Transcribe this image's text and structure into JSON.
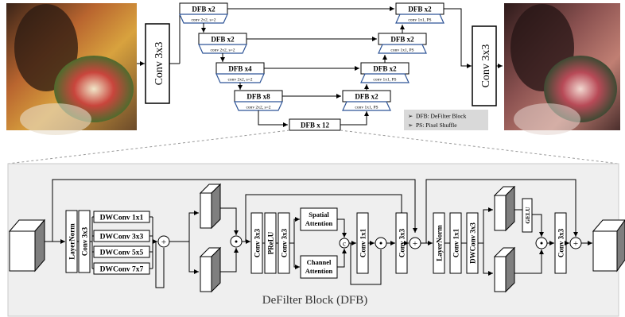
{
  "colors": {
    "encoder_trap": "#2f5597",
    "decoder_trap": "#2f5597",
    "panel_bg": "#efefef",
    "legend_bg": "#d9d9d9",
    "line": "#000000"
  },
  "images": {
    "input_photo": "wedding bouquet photo (input, low-light / hazy)",
    "output_photo": "wedding bouquet photo (output, restored)"
  },
  "top": {
    "conv_in": "Conv 3x3",
    "conv_out": "Conv 3x3",
    "enc": [
      {
        "block": "DFB x2",
        "op": "conv 2x2, s=2"
      },
      {
        "block": "DFB x2",
        "op": "conv 2x2, s=2"
      },
      {
        "block": "DFB x4",
        "op": "conv 2x2, s=2"
      },
      {
        "block": "DFB x8",
        "op": "conv 2x2, s=2"
      }
    ],
    "bottleneck": "DFB x 12",
    "dec": [
      {
        "block": "DFB x2",
        "op": "conv 1x1, PS"
      },
      {
        "block": "DFB x2",
        "op": "conv 1x1, PS"
      },
      {
        "block": "DFB x2",
        "op": "conv 1x1, PS"
      },
      {
        "block": "DFB x2",
        "op": "conv 1x1, PS"
      }
    ],
    "legend": [
      "DFB: DeFilter Block",
      "PS: Pixel Shuffle"
    ],
    "legend_bullet": "➢"
  },
  "detail": {
    "caption": "DeFilter Block (DFB)",
    "layernorm1": "LayerNorm",
    "conv3x3_a": "Conv 3x3",
    "dwconvs": [
      "DWConv 1x1",
      "DWConv 3x3",
      "DWConv 5x5",
      "DWConv 7x7"
    ],
    "conv3x3_b": "Conv 3x3",
    "prelu": "PReLU",
    "conv3x3_c": "Conv 3x3",
    "spatial_attention": [
      "Spatial",
      "Attention"
    ],
    "channel_attention": [
      "Channel",
      "Attention"
    ],
    "concat_symbol": "c",
    "conv1x1_a": "Conv 1x1",
    "conv3x3_d": "Conv 3x3",
    "layernorm2": "LayerNorm",
    "conv1x1_b": "Conv 1x1",
    "dwconv3x3": "DWConv 3x3",
    "gelu": "GELU",
    "conv3x3_e": "Conv 3x3",
    "plus": "+",
    "dot": "•"
  }
}
